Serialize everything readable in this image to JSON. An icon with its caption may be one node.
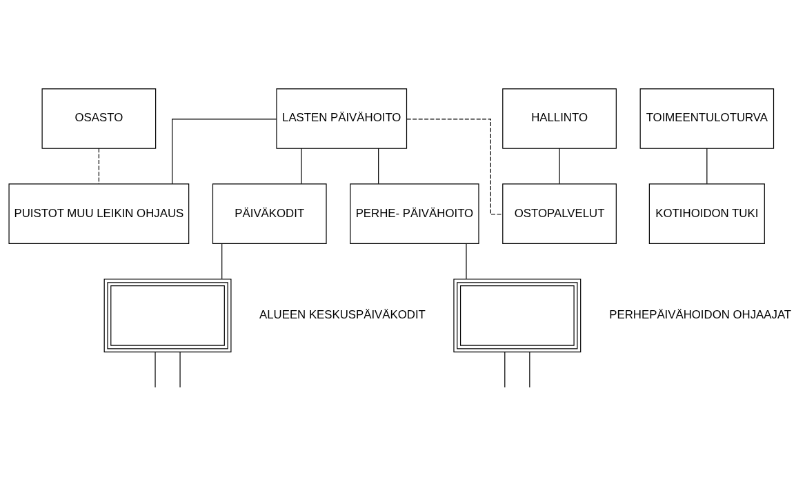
{
  "diagram": {
    "nodes": [
      {
        "text": [
          "OSASTO"
        ]
      },
      {
        "text": [
          "LASTEN PÄIVÄHOITO"
        ]
      },
      {
        "text": [
          "HALLINTO"
        ]
      },
      {
        "text": [
          "TOIMEENTULOTURVA"
        ]
      },
      {
        "text": [
          "PUISTOT MUU LEIKIN OHJAUS"
        ]
      },
      {
        "text": [
          "PÄIVÄKODIT"
        ]
      },
      {
        "text": [
          "OSTOPALVELUT"
        ]
      },
      {
        "text": [
          "PERHE- PÄIVÄHOITO"
        ]
      },
      {
        "text": [
          "KOTIHOIDON TUKI"
        ]
      },
      {
        "text": [],
        "shape": "box"
      },
      {
        "text": [],
        "shape": "box"
      }
    ],
    "edges": [
      {
        "from": 0,
        "to": 4,
        "arrow": "none",
        "style": "dashed"
      },
      {
        "from": 1,
        "to": 4,
        "arrow": "none"
      },
      {
        "from": 1,
        "to": 5,
        "arrow": "none"
      },
      {
        "from": 1,
        "to": 6,
        "arrow": "none",
        "style": "dashed"
      },
      {
        "from": 1,
        "to": 7,
        "arrow": "none"
      },
      {
        "from": 2,
        "to": 6,
        "arrow": "none"
      },
      {
        "from": 3,
        "to": 8,
        "arrow": "none"
      },
      {
        "from": 5,
        "to": 9,
        "arrow": "none"
      },
      {
        "from": 7,
        "to": 10,
        "arrow": "none"
      },
      {
        "from": 9,
        "to": null,
        "arrow": "none"
      },
      {
        "from": 9,
        "to": null,
        "arrow": "none"
      },
      {
        "from": 10,
        "to": null,
        "arrow": "none"
      },
      {
        "from": 10,
        "to": null,
        "arrow": "none"
      }
    ],
    "labels": [
      "ALUEEN KESKUSPÄIVÄKODIT",
      "PERHEPÄIVÄHOIDON OHJAAJAT"
    ]
  }
}
